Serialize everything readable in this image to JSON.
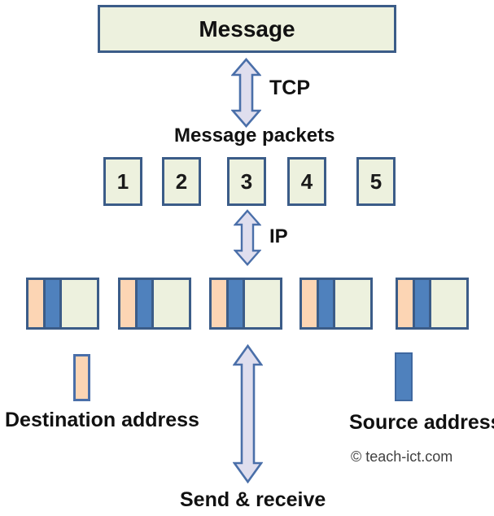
{
  "message_box": {
    "label": "Message"
  },
  "tcp": {
    "label": "TCP"
  },
  "ip": {
    "label": "IP"
  },
  "packets": {
    "title": "Message packets",
    "numbers": [
      "1",
      "2",
      "3",
      "4",
      "5"
    ]
  },
  "legend": {
    "destination": "Destination address",
    "source": "Source address"
  },
  "send_receive": {
    "label": "Send & receive"
  },
  "copyright": "© teach-ict.com",
  "colors": {
    "box_fill": "#edf1de",
    "box_border": "#3b5c88",
    "destination_fill": "#fcd5b4",
    "source_fill": "#4f81bd",
    "arrow_fill": "#dfdeee",
    "arrow_border": "#4a6fa9",
    "copyright_text": "#404040"
  }
}
